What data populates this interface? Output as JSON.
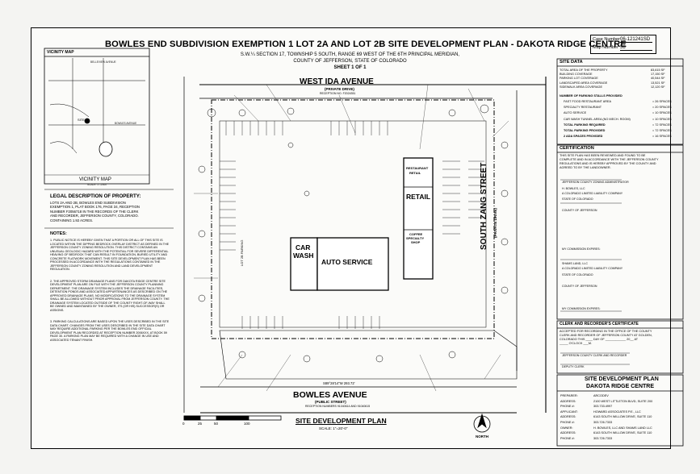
{
  "title": "BOWLES END SUBDIVISION EXEMPTION 1 LOT 2A AND LOT 2B SITE DEVELOPMENT PLAN - DAKOTA RIDGE CENTRE",
  "subtitle_lines": [
    "S.W.¼ SECTION 17, TOWNSHIP 5 SOUTH, RANGE 69 WEST OF THE 6TH PRINCIPAL MERIDIAN,",
    "COUNTY OF JEFFERSON, STATE OF COLORADO"
  ],
  "sheet": "SHEET 1 OF 1",
  "case_box": {
    "case_label": "Case Number",
    "case_value": "06-121241SD",
    "map_label": "Map Number",
    "map_value": "58"
  },
  "vicinity": {
    "header": "VICINITY MAP",
    "caption": "VICINITY MAP",
    "scale": "SCALE: 1\"=2000'",
    "labels": [
      "SITE",
      "BELLEVIEW AVENUE",
      "BOWLES AVENUE"
    ]
  },
  "legal": {
    "header": "LEGAL DESCRIPTION OF PROPERTY:",
    "lines": [
      "LOTS 2A AND 2B, BOWLES END SUBDIVISION",
      "EXEMPTION 1, PLAT BOOK 176, PAGE 34, RECEPTION",
      "NUMBER F2056718 IN THE RECORDS OF THE CLERK",
      "AND RECORDER, JEFFERSON COUNTY, COLORADO.",
      "CONTAINING 1.92 ACRES."
    ]
  },
  "notes": {
    "header": "NOTES:",
    "items": [
      "1.  PUBLIC NOTICE IS HEREBY GIVEN THAT A PORTION OR ALL OF THIS SITE IS LOCATED WITHIN THE DIPPING BEDROCK OVERLAY DISTRICT AS DEFINED IN THE JEFFERSON COUNTY ZONING RESOLUTION. THIS DISTRICT CONTAINS AN UNUSUAL GEOLOGIC HAZARD WITH THE POTENTIAL FOR SEVERE DIFFERENTIAL HEAVING OF BEDROCK THAT CAN RESULT IN FOUNDATION, BURIED UTILITY AND CONCRETE FLATWORK MOVEMENT. THIS SITE DEVELOPMENT PLAN HAS BEEN PROCESSED IN ACCORDANCE WITH THE REGULATIONS CONTAINED IN THE JEFFERSON COUNTY ZONING RESOLUTION AND LAND DEVELOPMENT REGULATION.",
      "2.  THE APPROVED STORM DRAINAGE PLANS FOR DAKOTA RIDGE CENTRE SITE DEVELOPMENT PLAN ARE ON FILE WITH THE JEFFERSON COUNTY PLANNING DEPARTMENT. THE DRAINAGE SYSTEM INCLUDES THE DRAINAGE FACILITIES, DETENTION PONDS AND ASSOCIATED APPURTENANCES AS DESCRIBED ON THE APPROVED DRAINAGE PLANS. NO MODIFICATIONS TO THE DRAINAGE SYSTEM SHALL BE ALLOWED WITHOUT PRIOR APPROVAL FROM JEFFERSON COUNTY. THE DRAINAGE SYSTEM LOCATED OUTSIDE OF THE COUNTY RIGHT-OF-WAY SHALL BE OWNED AND MAINTAINED BY THE OWNER, ITS (OR HIS) SUCCESSOR(S) OR ASSIGNS.",
      "3.  PARKING CALCULATIONS ARE BASED UPON THE USES DESCRIBED IN THE SITE DATA CHART. CHANGES FROM THE USES DESCRIBED IN THE SITE DATA CHART MAY REQUIRE ADDITIONAL PARKING PER THE BOWLES END OFFICIAL DEVELOPMENT PLAN RECORDED AT RECEPTION NUMBER 2006XXX, AT BOOK 59 PAGE 30. A PARKING PLAN MAY BE REQUIRED WITH A CHANGE IN USE AND ASSOCIATED TENANT FINISH."
    ]
  },
  "streets": {
    "north": "WEST IDA AVENUE",
    "north_sub": "(PRIVATE DRIVE)",
    "north_rec": "RECEPTION NO. F2024351",
    "south": "BOWLES AVENUE",
    "south_sub": "(PUBLIC STREET)",
    "south_rec": "RECEPTION NUMBERS 91040614 AND 91040615",
    "east": "SOUTH ZANG STREET",
    "east_sub": "(PRIVATE DRIVE)",
    "west_label": "LOT 2B PARKING",
    "bearing": "S89°28'14\"W 293.72'"
  },
  "buildings": {
    "car_wash": [
      "CAR",
      "WASH"
    ],
    "auto_service": "AUTO SERVICE",
    "retail": "RETAIL",
    "restaurant": [
      "RESTAURANT",
      "RETAIL"
    ],
    "coffee": [
      "COFFEE",
      "SPECIALTY",
      "SHOP"
    ]
  },
  "plan_caption": {
    "title": "SITE DEVELOPMENT PLAN",
    "scale": "SCALE: 1\"=20'-0\""
  },
  "scale_bar": {
    "ticks": [
      "0",
      "25",
      "50",
      "100"
    ]
  },
  "north_label": "NORTH",
  "site_data": {
    "header": "SITE DATA",
    "rows": [
      [
        "TOTAL AREA OF THE PROPERTY",
        "83,615 SF"
      ],
      [
        "BUILDING COVERAGE",
        "17,150 SF"
      ],
      [
        "PARKING LOT COVERAGE",
        "40,544 SF"
      ],
      [
        "LANDSCAPED AREA COVERAGE",
        "13,521 SF"
      ],
      [
        "SIDEWALK AREA COVERAGE",
        "12,120 SF"
      ]
    ],
    "parking_header": "NUMBER OF PARKING STALLS PROVIDED",
    "parking_rows": [
      [
        "FAST FOOD RESTAURANT AREA",
        "= 26 SPACES"
      ],
      [
        "SPECIALTY RESTAURANT",
        "= 20 SPACES"
      ],
      [
        "AUTO SERVICE",
        "= 10 SPACES"
      ],
      [
        "CAR WASH TUNNEL AREA (NO MECH. ROOM)",
        "= 10 SPACES"
      ],
      [
        "TOTAL PARKING REQUIRED",
        "= 72 SPACES"
      ],
      [
        "TOTAL PARKING PROVIDED",
        "= 72 SPACES"
      ],
      [
        "2 ADA SPACES PROVIDED",
        "= 16 SPACES"
      ]
    ]
  },
  "certification": {
    "header": "CERTIFICATION",
    "lines": [
      "THIS SITE PLAN HAS BEEN REVIEWED AND FOUND TO BE",
      "COMPLETE AND IN ACCORDANCE WITH THE JEFFERSON COUNTY",
      "REGULATIONS AND IS HEREBY APPROVED BY THE COUNTY AND",
      "AGREED TO BY THE LANDOWNER."
    ],
    "signers": [
      "JEFFERSON COUNTY ZONING ADMINISTRATOR",
      "H. BOWLES, LLC",
      "A COLORADO LIMITED LIABILITY COMPANY",
      "STATE OF COLORADO",
      "COUNTY OF JEFFERSON",
      "MY COMMISSION EXPIRES:",
      "SHAMS LAND, LLC",
      "A COLORADO LIMITED LIABILITY COMPANY",
      "STATE OF COLORADO",
      "COUNTY OF JEFFERSON",
      "MY COMMISSION EXPIRES:"
    ]
  },
  "clerk": {
    "header": "CLERK AND RECORDER'S CERTIFICATE",
    "lines": [
      "ACCEPTED FOR RECORDING IN THE OFFICE OF THE COUNTY",
      "CLERK AND RECORDER OF JEFFERSON COUNTY AT GOLDEN,",
      "COLORADO THIS ____ DAY OF ____________ 20__ AT",
      "_____ O'CLOCK ___M."
    ],
    "signers": [
      "JEFFERSON COUNTY CLERK AND RECORDER",
      "DEPUTY CLERK"
    ]
  },
  "title_block": {
    "line1": "SITE DEVELOPMENT PLAN",
    "line2": "DAKOTA RIDGE CENTRE",
    "rows": [
      [
        "PREPARER:",
        "ARCODEV"
      ],
      [
        "ADDRESS:",
        "2100 WEST LITTLETON BLVD, SUITE 200"
      ],
      [
        "PHONE #:",
        "303.733.4997"
      ],
      [
        "APPLICANT:",
        "HOWARD ASSOCIATES P.E., LLC"
      ],
      [
        "ADDRESS:",
        "6143 SOUTH WILLOW DRIVE, SUITE 110"
      ],
      [
        "PHONE #:",
        "303.726.7333"
      ],
      [
        "OWNER:",
        "H. BOWLES, LLC AND SHAMS LAND LLC"
      ],
      [
        "ADDRESS:",
        "6143 SOUTH WILLOW DRIVE, SUITE 110"
      ],
      [
        "PHONE #:",
        "303.726.7333"
      ]
    ]
  }
}
